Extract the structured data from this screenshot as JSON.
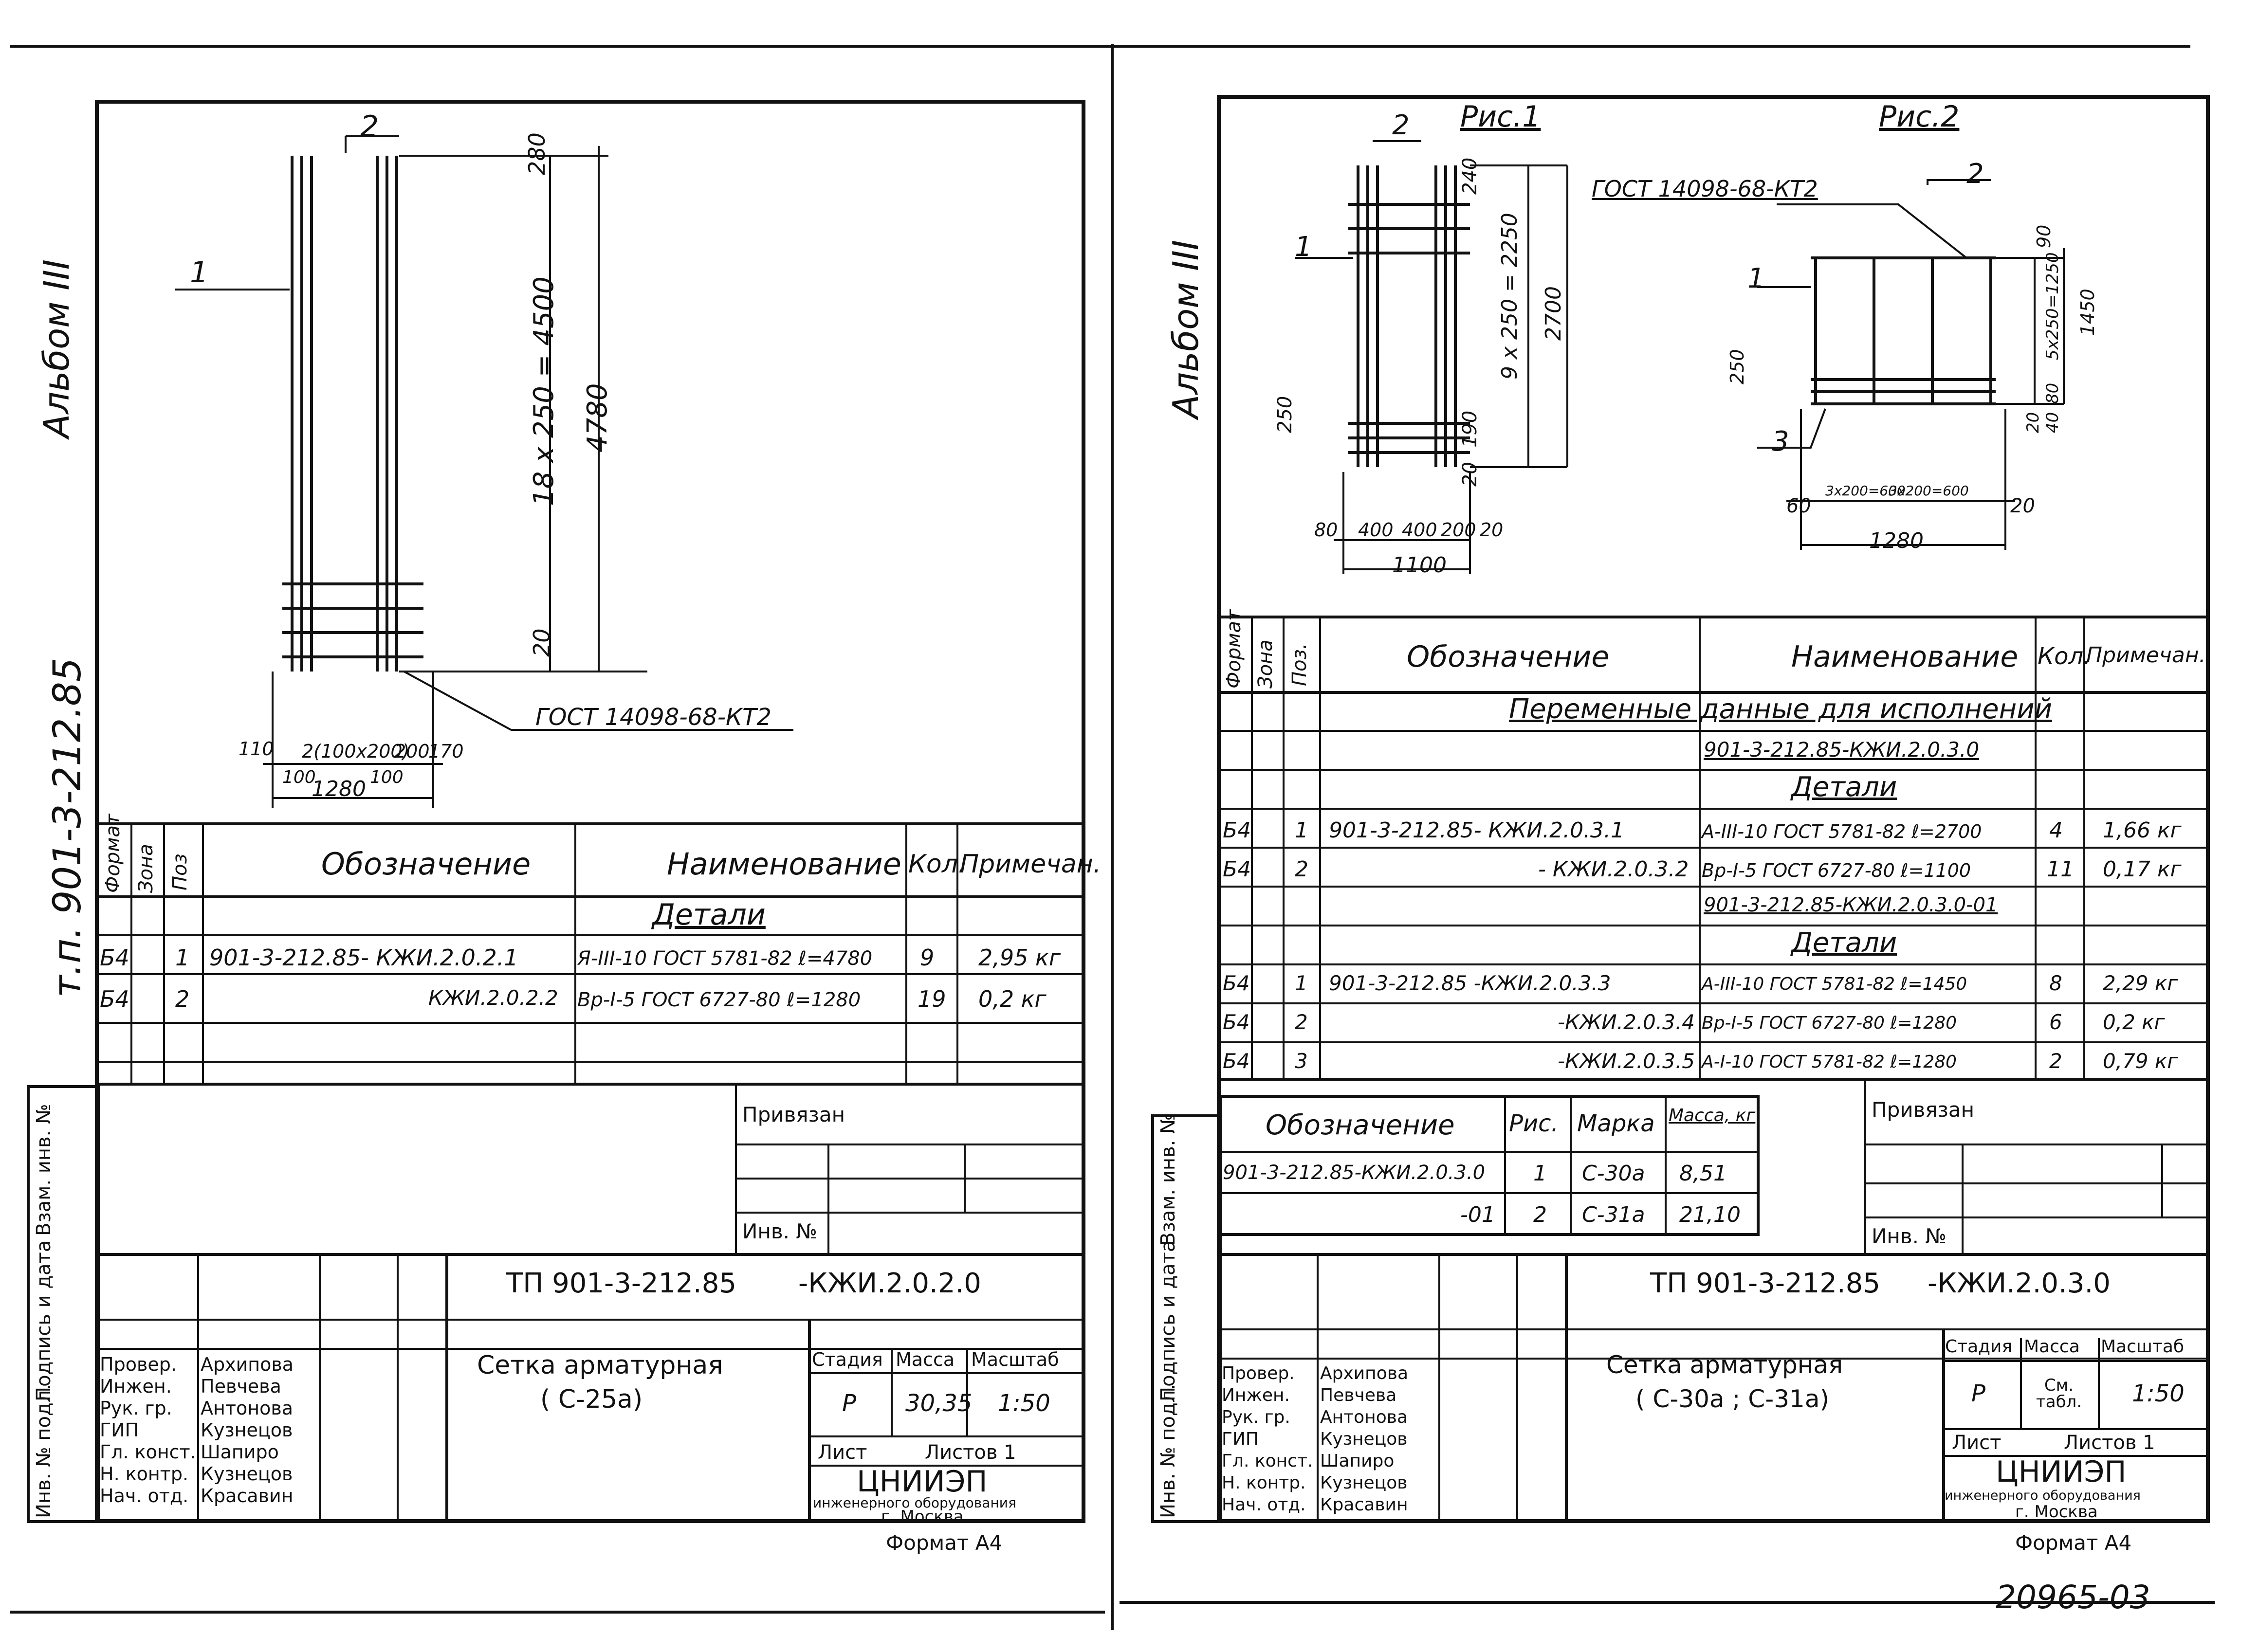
{
  "sheet_number": "20965-03",
  "side_labels": {
    "album": "Альбом III",
    "project": "т.п. 901-3-212.85"
  },
  "left_sidebar_fields": [
    "Инв. № подл.",
    "Подпись и дата",
    "Взам. инв. №"
  ],
  "left_sheet": {
    "drawing": {
      "pos_labels": [
        "2",
        "1"
      ],
      "dims_vertical": [
        "18 x 250 = 4500",
        "4780",
        "280",
        "20"
      ],
      "dims_horizontal": [
        "110",
        "2(100x200)",
        "200",
        "170",
        "100",
        "100",
        "1280"
      ],
      "weld_note": "ГОСТ 14098-68-КТ2"
    },
    "spec_headers": [
      "Формат",
      "Зона",
      "Поз",
      "Обозначение",
      "Наименование",
      "Кол.",
      "Примечан."
    ],
    "section_title": "Детали",
    "spec_rows": [
      {
        "format": "Б4",
        "pos": "1",
        "code": "901-3-212.85-  КЖИ.2.0.2.1",
        "name": "Я-III-10 ГОСТ 5781-82 ℓ=4780",
        "qty": "9",
        "note": "2,95 кг"
      },
      {
        "format": "Б4",
        "pos": "2",
        "code": "КЖИ.2.0.2.2",
        "name": "Вр-I-5 ГОСТ 6727-80 ℓ=1280",
        "qty": "19",
        "note": "0,2 кг"
      }
    ],
    "bound_label": "Привязан",
    "inv_label": "Инв. №",
    "title_code": "ТП 901-3-212.85",
    "title_suffix": "-КЖИ.2.0.2.0",
    "roles": [
      "Провер.",
      "Инжен.",
      "Рук. гр.",
      "ГИП",
      "Гл. конст.",
      "Н. контр.",
      "Нач. отд."
    ],
    "names": [
      "Архипова",
      "Певчева",
      "Антонова",
      "Кузнецов",
      "Шапиро",
      "Кузнецов",
      "Красавин"
    ],
    "title_name_1": "Сетка арматурная",
    "title_name_2": "( С-25а)",
    "stage_headers": [
      "Стадия",
      "Масса",
      "Масштаб"
    ],
    "stage_values": [
      "Р",
      "30,35",
      "1:50"
    ],
    "sheet_label": "Лист",
    "sheets_label": "Листов 1",
    "org_1": "ЦНИИЭП",
    "org_2": "инженерного оборудования",
    "org_3": "г. Москва",
    "format_label": "Формат А4"
  },
  "right_sheet": {
    "drawing": {
      "fig1_title": "Рис.1",
      "fig2_title": "Рис.2",
      "fig1_pos": [
        "2",
        "1"
      ],
      "fig1_dims_vertical": [
        "240",
        "9 x 250 = 2250",
        "2700",
        "250",
        "190",
        "20"
      ],
      "fig1_dims_horizontal": [
        "80",
        "400",
        "400",
        "200",
        "20",
        "1100"
      ],
      "fig2_pos": [
        "2",
        "1",
        "3"
      ],
      "fig2_note": "ГОСТ 14098-68-КТ2",
      "fig2_dims_vertical": [
        "90",
        "5x250=1250",
        "1450",
        "250",
        "80",
        "20",
        "40"
      ],
      "fig2_dims_horizontal": [
        "60",
        "3x200=600",
        "3x200=600",
        "20",
        "1280"
      ]
    },
    "spec_headers": [
      "Формат",
      "Зона",
      "Поз.",
      "Обозначение",
      "Наименование",
      "Кол.",
      "Примечан."
    ],
    "variants_title": "Переменные данные для исполнений",
    "variant_1_code": "901-3-212.85-КЖИ.2.0.3.0",
    "variant_2_code": "901-3-212.85-КЖИ.2.0.3.0-01",
    "section_title_1": "Детали",
    "section_title_2": "Детали",
    "rows_v1": [
      {
        "format": "Б4",
        "pos": "1",
        "code": "901-3-212.85-  КЖИ.2.0.3.1",
        "name": "А-III-10 ГОСТ 5781-82 ℓ=2700",
        "qty": "4",
        "note": "1,66 кг"
      },
      {
        "format": "Б4",
        "pos": "2",
        "code": "- КЖИ.2.0.3.2",
        "name": "Вр-I-5 ГОСТ 6727-80 ℓ=1100",
        "qty": "11",
        "note": "0,17 кг"
      }
    ],
    "rows_v2": [
      {
        "format": "Б4",
        "pos": "1",
        "code": "901-3-212.85   -КЖИ.2.0.3.3",
        "name": "А-III-10 ГОСТ 5781-82 ℓ=1450",
        "qty": "8",
        "note": "2,29 кг"
      },
      {
        "format": "Б4",
        "pos": "2",
        "code": "-КЖИ.2.0.3.4",
        "name": "Вр-I-5 ГОСТ 6727-80 ℓ=1280",
        "qty": "6",
        "note": "0,2 кг"
      },
      {
        "format": "Б4",
        "pos": "3",
        "code": "-КЖИ.2.0.3.5",
        "name": "А-I-10 ГОСТ 5781-82 ℓ=1280",
        "qty": "2",
        "note": "0,79 кг"
      }
    ],
    "mark_headers": [
      "Обозначение",
      "Рис.",
      "Марка",
      "Масса, кг"
    ],
    "mark_rows": [
      {
        "code": "901-3-212.85-КЖИ.2.0.3.0",
        "fig": "1",
        "mark": "С-30а",
        "mass": "8,51"
      },
      {
        "code": "-01",
        "fig": "2",
        "mark": "С-31а",
        "mass": "21,10"
      }
    ],
    "bound_label": "Привязан",
    "inv_label": "Инв. №",
    "title_code": "ТП 901-3-212.85",
    "title_suffix": "-КЖИ.2.0.3.0",
    "roles": [
      "Провер.",
      "Инжен.",
      "Рук. гр.",
      "ГИП",
      "Гл. конст.",
      "Н. контр.",
      "Нач. отд."
    ],
    "names": [
      "Архипова",
      "Певчева",
      "Антонова",
      "Кузнецов",
      "Шапиро",
      "Кузнецов",
      "Красавин"
    ],
    "title_name_1": "Сетка арматурная",
    "title_name_2": "( С-30а ; С-31а)",
    "stage_headers": [
      "Стадия",
      "Масса",
      "Масштаб"
    ],
    "stage_values": [
      "Р",
      "См. табл.",
      "1:50"
    ],
    "sheet_label": "Лист",
    "sheets_label": "Листов 1",
    "org_1": "ЦНИИЭП",
    "org_2": "инженерного оборудования",
    "org_3": "г. Москва",
    "format_label": "Формат А4"
  }
}
